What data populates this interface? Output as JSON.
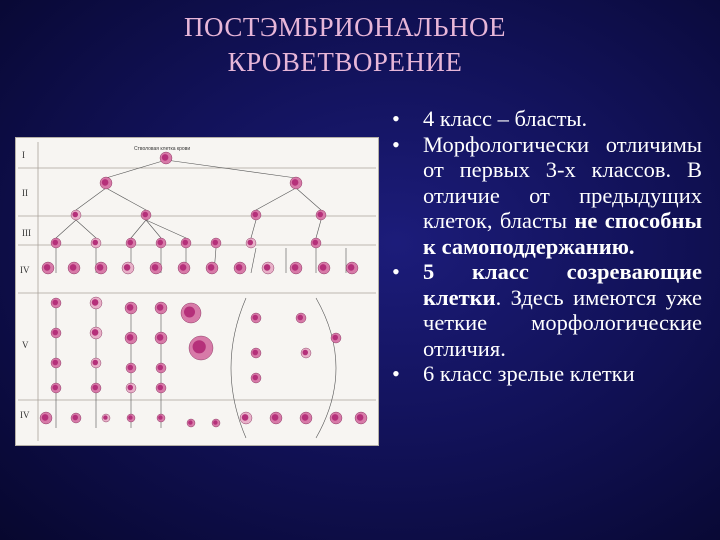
{
  "title_line1": "ПОСТЭМБРИОНАЛЬНОЕ",
  "title_line2": "КРОВЕТВОРЕНИЕ",
  "bullet_marker": "•",
  "bullets": {
    "b1": "4 класс – бласты.",
    "b2_part1": "Морфологически отличимы от первых 3-х классов. В отличие от предыдущих клеток, бласты",
    "b2_bold": "не способны к самоподдержанию.",
    "b3_bold": "5 класс созревающие клетки",
    "b3_part2": ". Здесь имеются уже четкие морфологические отличия.",
    "b4": "6 класс зрелые клетки"
  },
  "diagram": {
    "row_labels": [
      "I",
      "II",
      "III",
      "IV",
      "V",
      "IV"
    ],
    "top_label": "Стволовая клетка крови"
  },
  "colors": {
    "title": "#e7b6d8",
    "text": "#ffffff",
    "background": "#12125a",
    "cell": "#b5307a"
  }
}
